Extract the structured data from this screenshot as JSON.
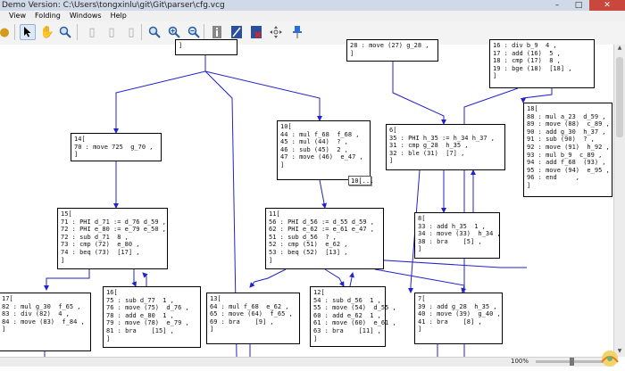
{
  "window": {
    "title": "Demo Version: C:\\Users\\tongxinlu\\git\\Git\\parser\\cfg.vcg"
  },
  "menu": {
    "view": "View",
    "folding": "Folding",
    "windows": "Windows",
    "help": "Help"
  },
  "status": {
    "zoom": "100%"
  },
  "tooltip": {
    "text": "10[..."
  },
  "nodes": {
    "top_center": "]",
    "top_right_partial": "28 : move (27) g_28 ,\n]",
    "top_far_right": "16 : div b_9  4 ,\n17 : add (16)  5 ,\n18 : cmp (17)  8 ,\n19 : bge (18)  [18] ,\n]",
    "n14": "14[\n70 : move 725  g_70 ,\n]",
    "n10": "10[\n44 : mul f_68  f_68 ,\n45 : mul (44)  ? ,\n46 : sub (45)  2 ,\n47 : move (46)  e_47 ,\n]",
    "n6": "6[\n35 : PHI h_35 := h_34 h_37 ,\n31 : cmp g_28  h_35 ,\n32 : ble (31)  [7] ,\n]",
    "n18": "18[\n88 : mul a_23  d_59 ,\n89 : move (88)  c_89 ,\n90 : add g_30  h_37 ,\n91 : sub (90)  ? ,\n92 : move (91)  h_92 ,\n93 : mul b_9  c_89 ,\n94 : add f_68  (93) ,\n95 : move (94)  e_95 ,\n96 : end     ,\n]",
    "n15": "15[\n71 : PHI d_71 := d_76 d_59 ,\n72 : PHI e_80 := e_79 e_50 ,\n72 : sub d_71  8 ,\n73 : cmp (72)  e_80 ,\n74 : beq (73)  [17] ,\n]",
    "n11": "11[\n56 : PHI d_56 := d_55 d_59 ,\n62 : PHI e_62 := e_61 e_47 ,\n51 : sub d_56  ? ,\n52 : cmp (51)  e_62 ,\n53 : beq (52)  [13] ,\n]",
    "n8": "8[\n33 : add h_35  1 ,\n34 : move (33)  h_34 ,\n38 : bra    [5] ,\n]",
    "n17": "17[\n82 : mul g_30  f_65 ,\n83 : div (82)  4 ,\n84 : move (83)  f_84 ,\n]",
    "n16": "16[\n75 : sub d_77  1 ,\n76 : move (75)  d_76 ,\n78 : add e_80  1 ,\n79 : move (78)  e_79 ,\n81 : bra    [15] ,\n]",
    "n13": "13[\n64 : mul f_68  e_62 ,\n65 : move (64)  f_65 ,\n69 : bra    [9] ,\n]",
    "n12": "12[\n54 : sub d_56  1 ,\n55 : move (54)  d_55 ,\n60 : add e_62  1 ,\n61 : move (60)  e_61 ,\n63 : bra    [11] ,\n]",
    "n7": "7[\n39 : add g_28  h_35 ,\n40 : move (39)  g_40 ,\n41 : bra    [8] ,\n]"
  }
}
